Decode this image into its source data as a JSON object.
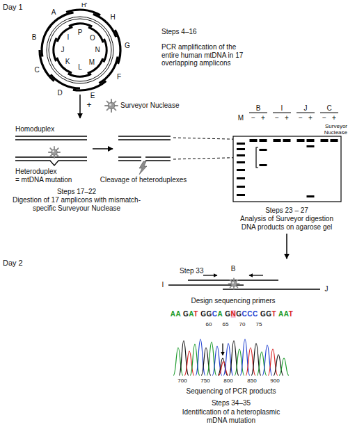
{
  "diagram": {
    "labels": [
      "Day 1",
      "A",
      "H'",
      "H",
      "P",
      "B",
      "I",
      "O",
      "G",
      "N",
      "J",
      "C",
      "K",
      "M",
      "F",
      "L",
      "D",
      "E",
      "Steps 4–16",
      "PCR amplification of the entire human mtDNA in 17 overlapping amplicons",
      "+",
      "Surveyor Nuclease",
      "Homoduplex",
      "B",
      "I",
      "J",
      "C",
      "−",
      "+",
      "−",
      "+",
      "−",
      "+",
      "−",
      "+",
      "Surveyor Nuclease",
      "M",
      "Heteroduplex",
      "= mtDNA mutation",
      "Cleavage of heteroduplexes",
      "Steps 17–22",
      "Digestion of 17 amplicons with mismatch-specific Surveyour Nuclease",
      "Steps 23 – 27",
      "Analysis of Surveyor digestion DNA products on agarose gel",
      "Day 2",
      "Step 33",
      "B",
      "I",
      "J",
      "Design sequencing primers",
      "AA GAT GGCA GNGCCC GGT AAT",
      "60",
      "65",
      "70",
      "75",
      "700",
      "750",
      "800",
      "850",
      "900",
      "Sequencing of PCR products",
      "Steps 34–35",
      "Identification of a heteroplasmic mDNA mutation"
    ]
  }
}
